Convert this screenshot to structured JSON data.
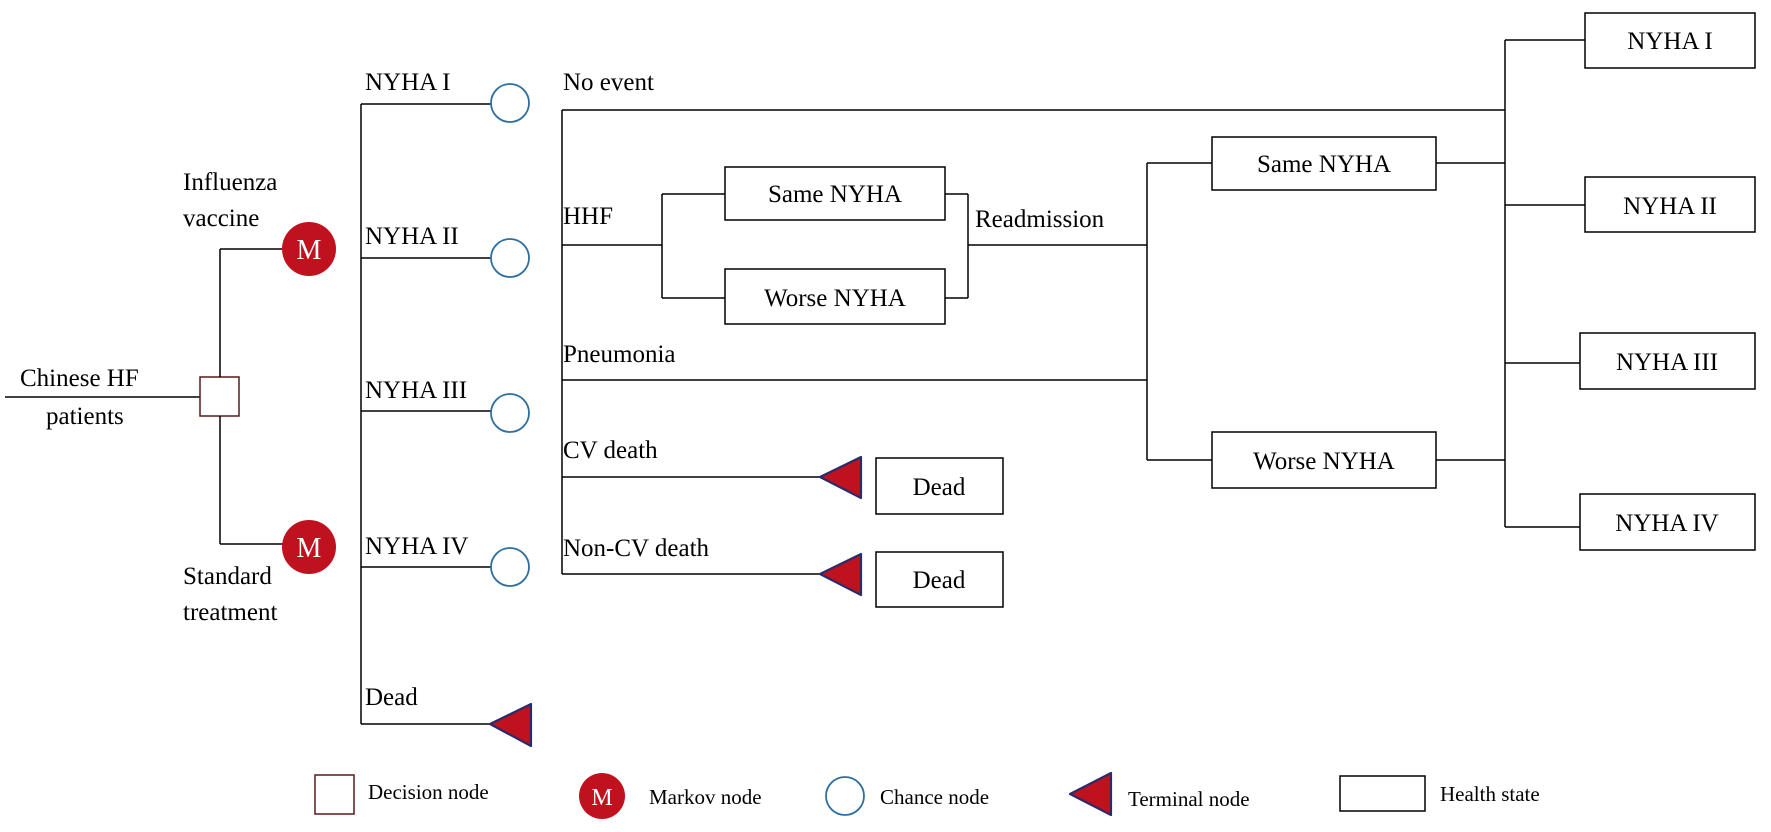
{
  "root": {
    "line1": "Chinese HF",
    "line2": "patients"
  },
  "strategies": {
    "vaccine": {
      "line1": "Influenza",
      "line2": "vaccine"
    },
    "standard": {
      "line1": "Standard",
      "line2": "treatment"
    }
  },
  "markov_symbol": "M",
  "states": [
    "NYHA I",
    "NYHA II",
    "NYHA III",
    "NYHA IV",
    "Dead"
  ],
  "events": [
    "No event",
    "HHF",
    "Pneumonia",
    "CV death",
    "Non-CV death"
  ],
  "hhf_boxes": [
    "Same NYHA",
    "Worse NYHA"
  ],
  "readmission": "Readmission",
  "outcome_boxes": [
    "Same NYHA",
    "Worse NYHA"
  ],
  "dead_boxes": [
    "Dead",
    "Dead"
  ],
  "health_states": [
    "NYHA I",
    "NYHA II",
    "NYHA III",
    "NYHA IV"
  ],
  "legend": {
    "decision": "Decision  node",
    "markov": "Markov node",
    "chance": "Chance node",
    "terminal": "Terminal  node",
    "health": "Health  state"
  }
}
